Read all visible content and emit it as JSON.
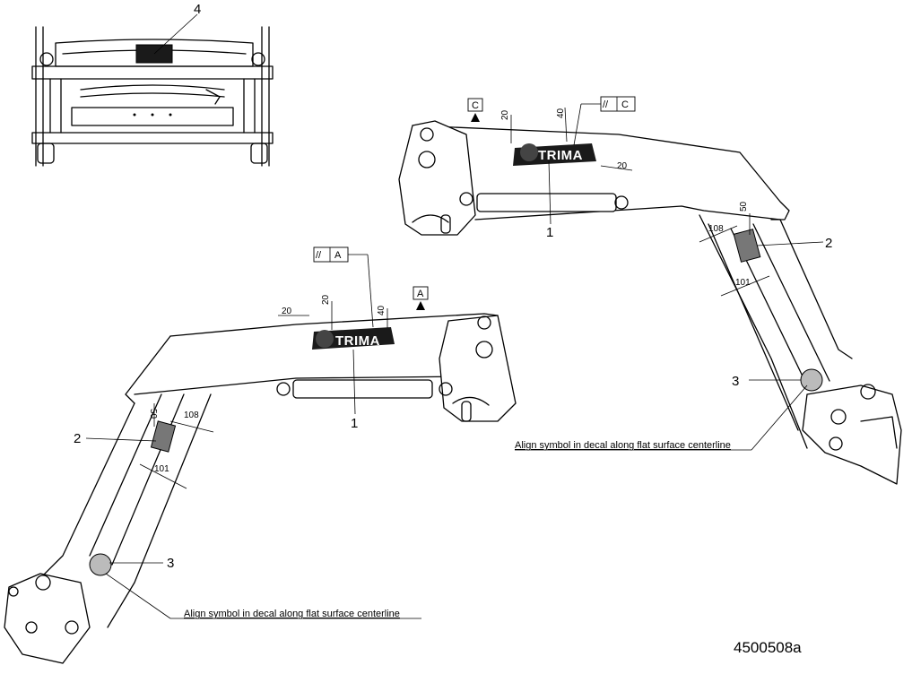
{
  "document_number": "4500508a",
  "callouts": {
    "c1_top": "4",
    "c1_right": "1",
    "c2_right": "2",
    "c3_right": "3",
    "c1_left": "1",
    "c2_left": "2",
    "c3_left": "3"
  },
  "dimensions": {
    "right_20a": "20",
    "right_40": "40",
    "right_20b": "20",
    "right_108": "108",
    "right_50": "50",
    "right_101": "101",
    "left_20a": "20",
    "left_20b": "20",
    "left_40": "40",
    "left_108": "108",
    "left_50": "50",
    "left_101": "101"
  },
  "datums": {
    "right_datum": "C",
    "right_parallel_ref": "C",
    "left_datum": "A",
    "left_parallel_ref": "A",
    "parallel_symbol": "//"
  },
  "decal_text": {
    "right": "TRIMA",
    "left": "TRIMA"
  },
  "notes": {
    "right_align": "Align symbol in decal along flat surface centerline",
    "left_align": "Align symbol in decal along flat surface centerline"
  },
  "colors": {
    "line": "#000000",
    "background": "#ffffff",
    "decal_dark": "#1a1a1a",
    "decal_grey": "#777777"
  }
}
